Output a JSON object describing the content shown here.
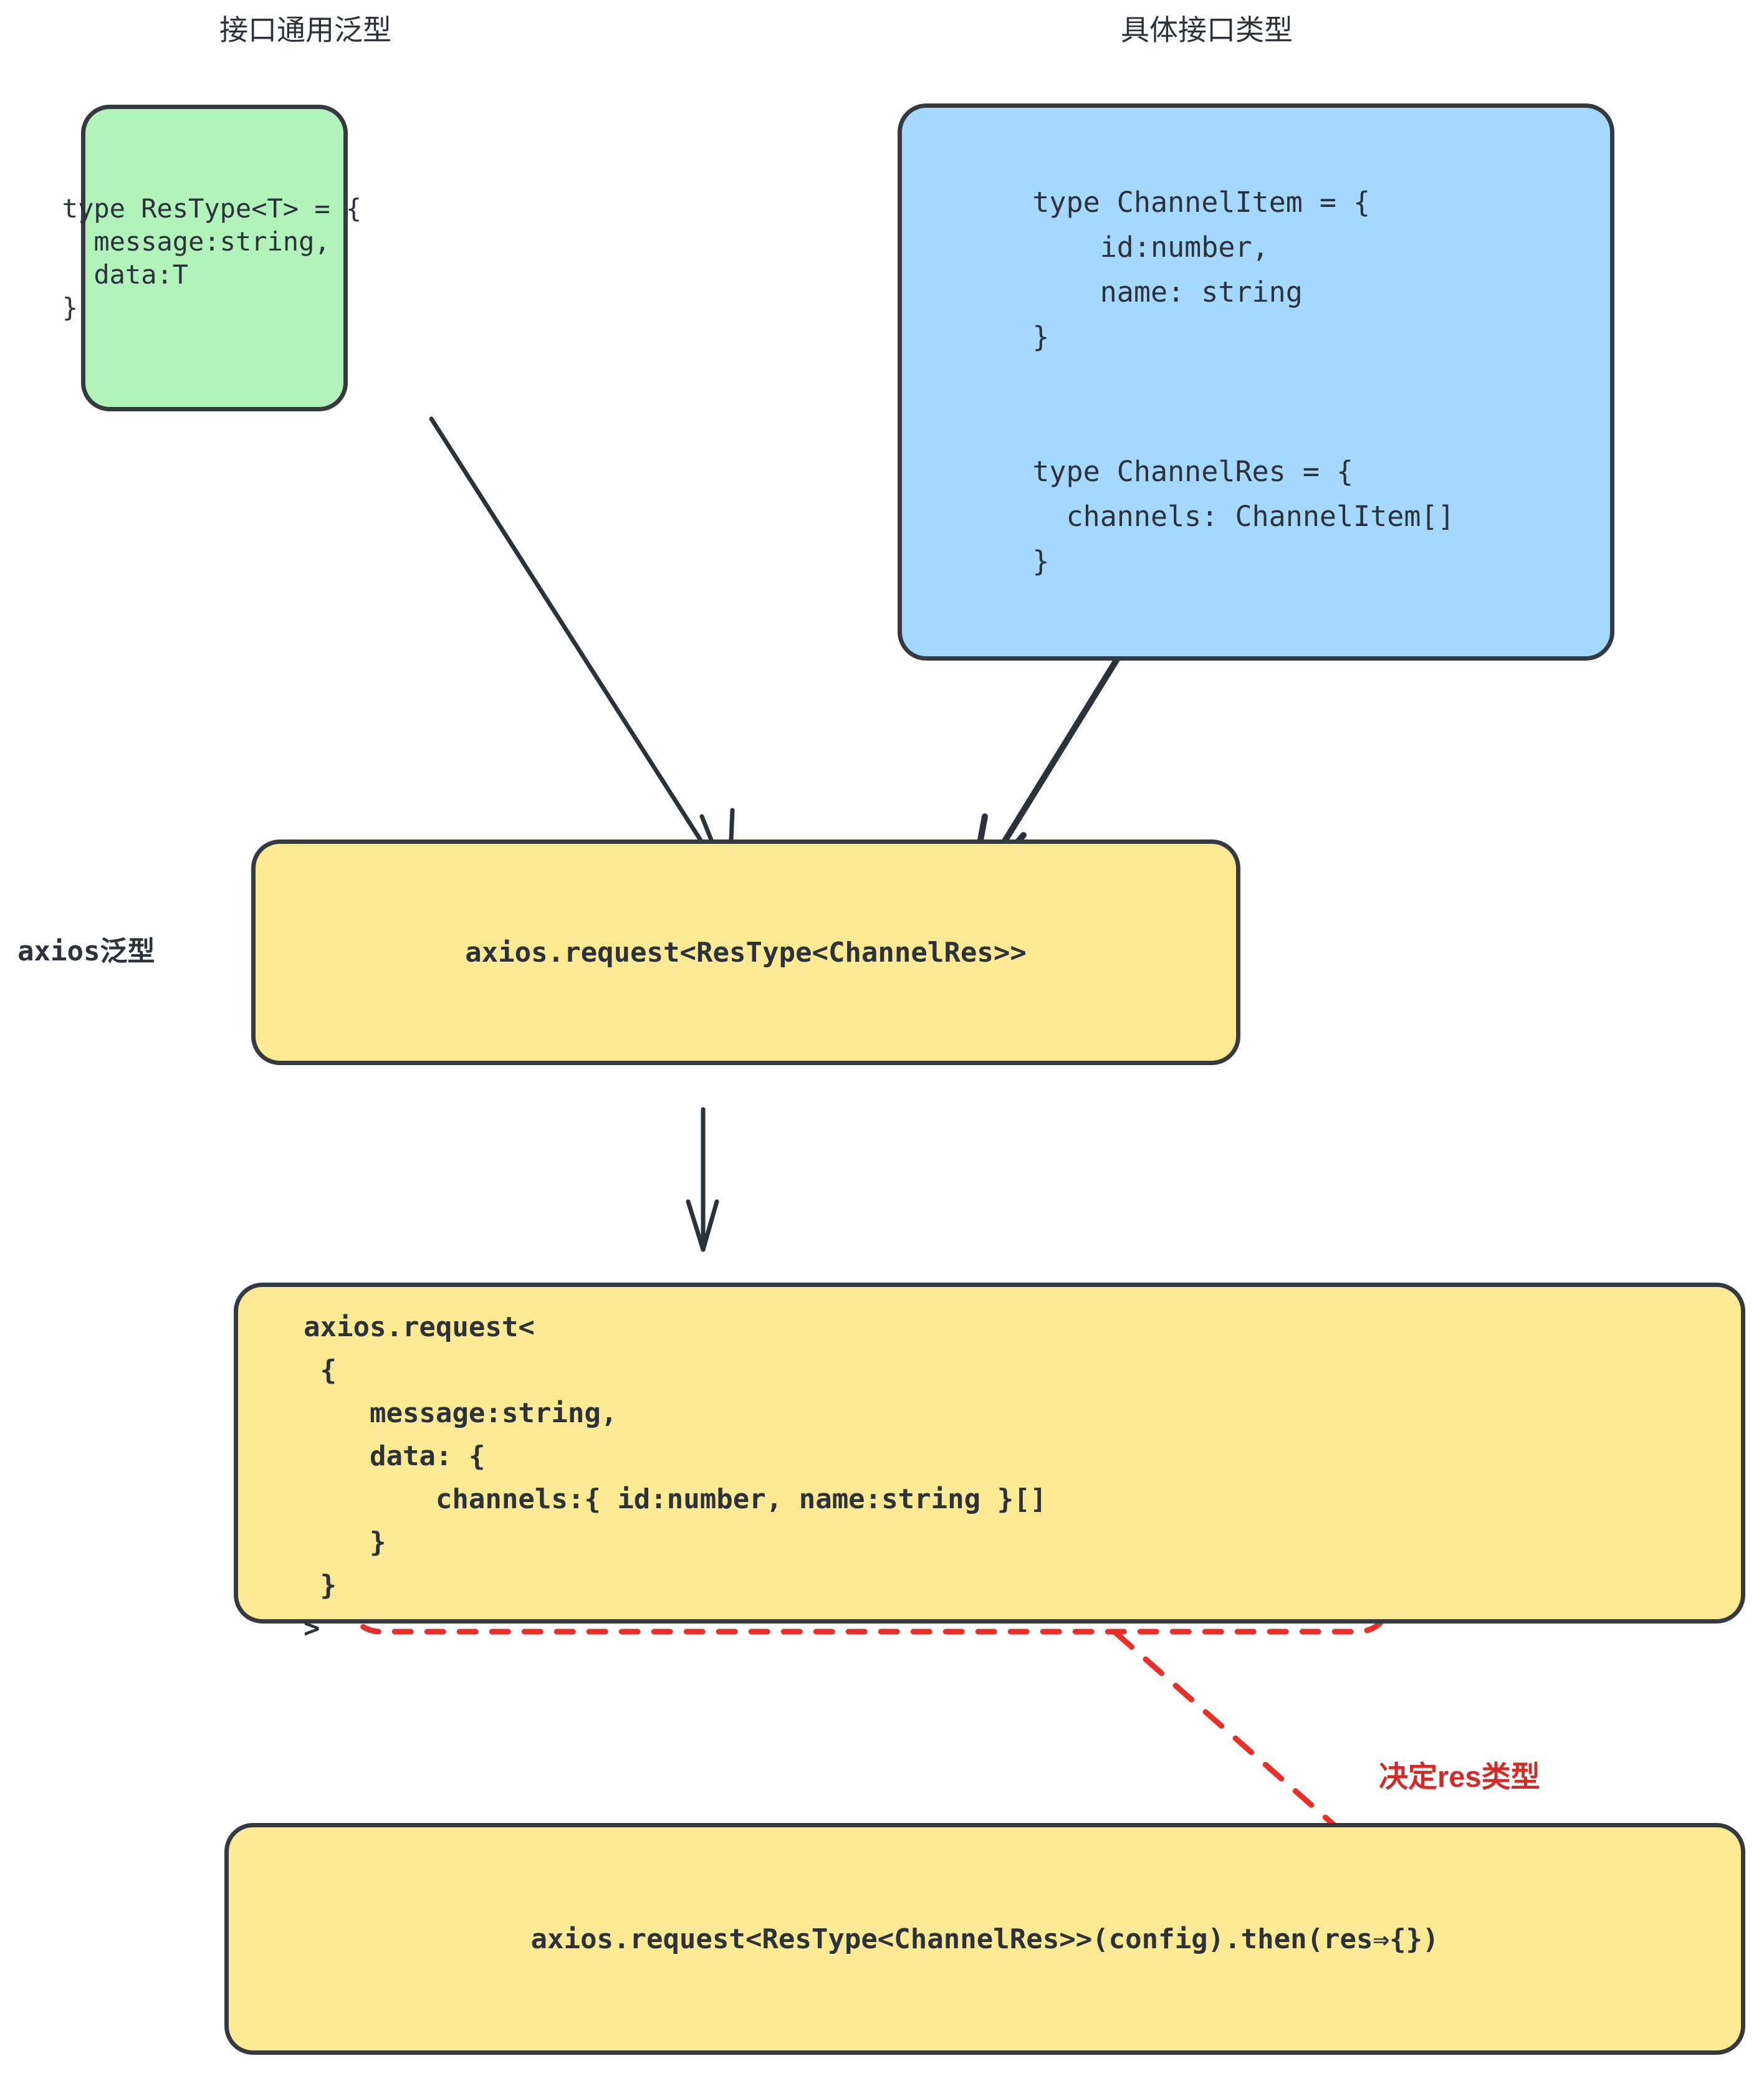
{
  "captions": {
    "generic": "接口通用泛型",
    "concrete": "具体接口类型",
    "axios_generic": "axios泛型",
    "decide_res": "决定res类型"
  },
  "nodes": {
    "res_type": {
      "fill": "#b2f2bb",
      "code": "type ResType<T> = {\n  message:string,\n  data:T\n}"
    },
    "channel_types": {
      "fill": "#a5d8ff",
      "code": "type ChannelItem = {\n    id:number,\n    name: string\n}\n\n\ntype ChannelRes = {\n  channels: ChannelItem[]\n}"
    },
    "axios_request_generic": {
      "fill": "#fce993",
      "code": "axios.request<ResType<ChannelRes>>"
    },
    "axios_request_expanded": {
      "fill": "#fce993",
      "code": "axios.request<\n {\n    message:string,\n    data: {\n        channels:{ id:number, name:string }[]\n    }\n }\n>"
    },
    "axios_request_call": {
      "fill": "#fce993",
      "code": "axios.request<ResType<ChannelRes>>(config).then(res⇒{})"
    }
  },
  "colors": {
    "stroke": "#343a40",
    "accent_red": "#d22b27",
    "text": "#2c3239"
  }
}
